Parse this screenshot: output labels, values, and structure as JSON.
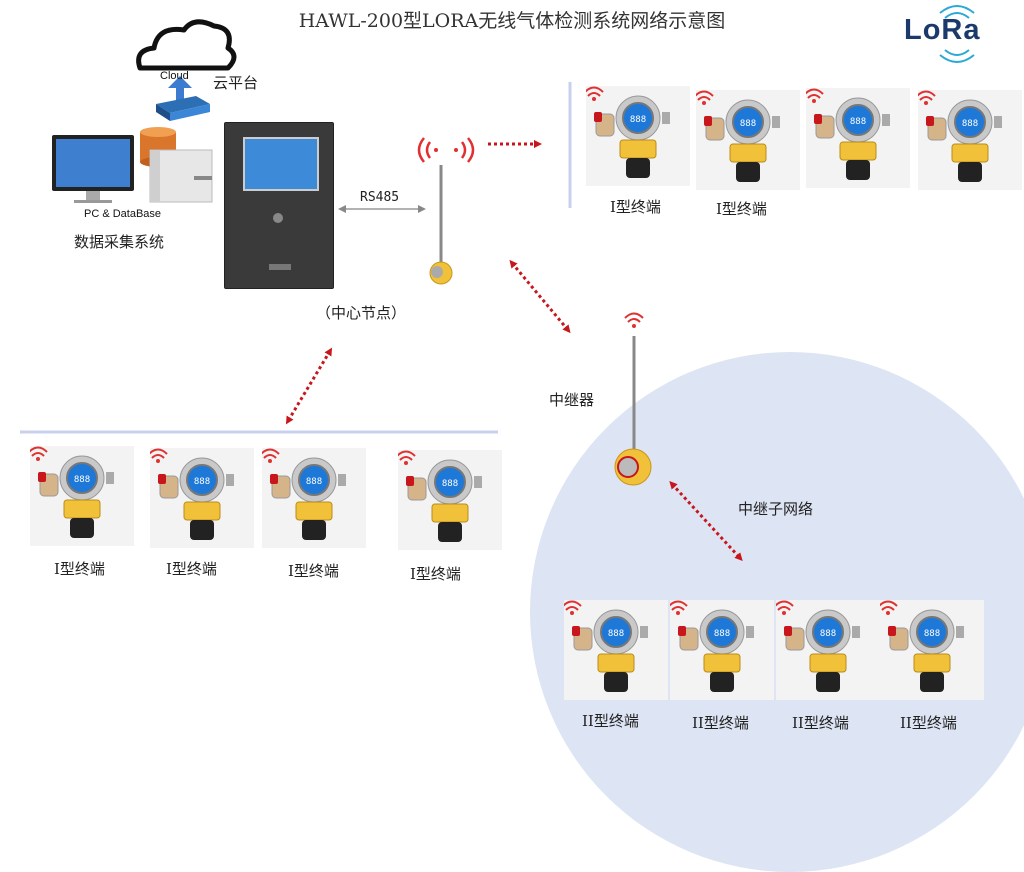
{
  "title": "HAWL-200型LORA无线气体检测系统网络示意图",
  "logo": "LoRa",
  "cloud": {
    "inner": "Cloud",
    "label": "云平台"
  },
  "pc": {
    "caption": "PC & DataBase",
    "label": "数据采集系统"
  },
  "rs485": "RS485",
  "center_node": "（中心节点）",
  "relay": "中继器",
  "relay_network": "中继子网络",
  "terminals": {
    "top": [
      "I型终端",
      "I型终端"
    ],
    "left": [
      "I型终端",
      "I型终端",
      "I型终端",
      "I型终端"
    ],
    "sub": [
      "II型终端",
      "II型终端",
      "II型终端",
      "II型终端"
    ]
  },
  "colors": {
    "dotted_arrow": "#c8161d",
    "bus_line": "#c7d0ec",
    "network_circle": "#dde4f3",
    "signal": "#e03030",
    "detector": "#f2c13a"
  }
}
